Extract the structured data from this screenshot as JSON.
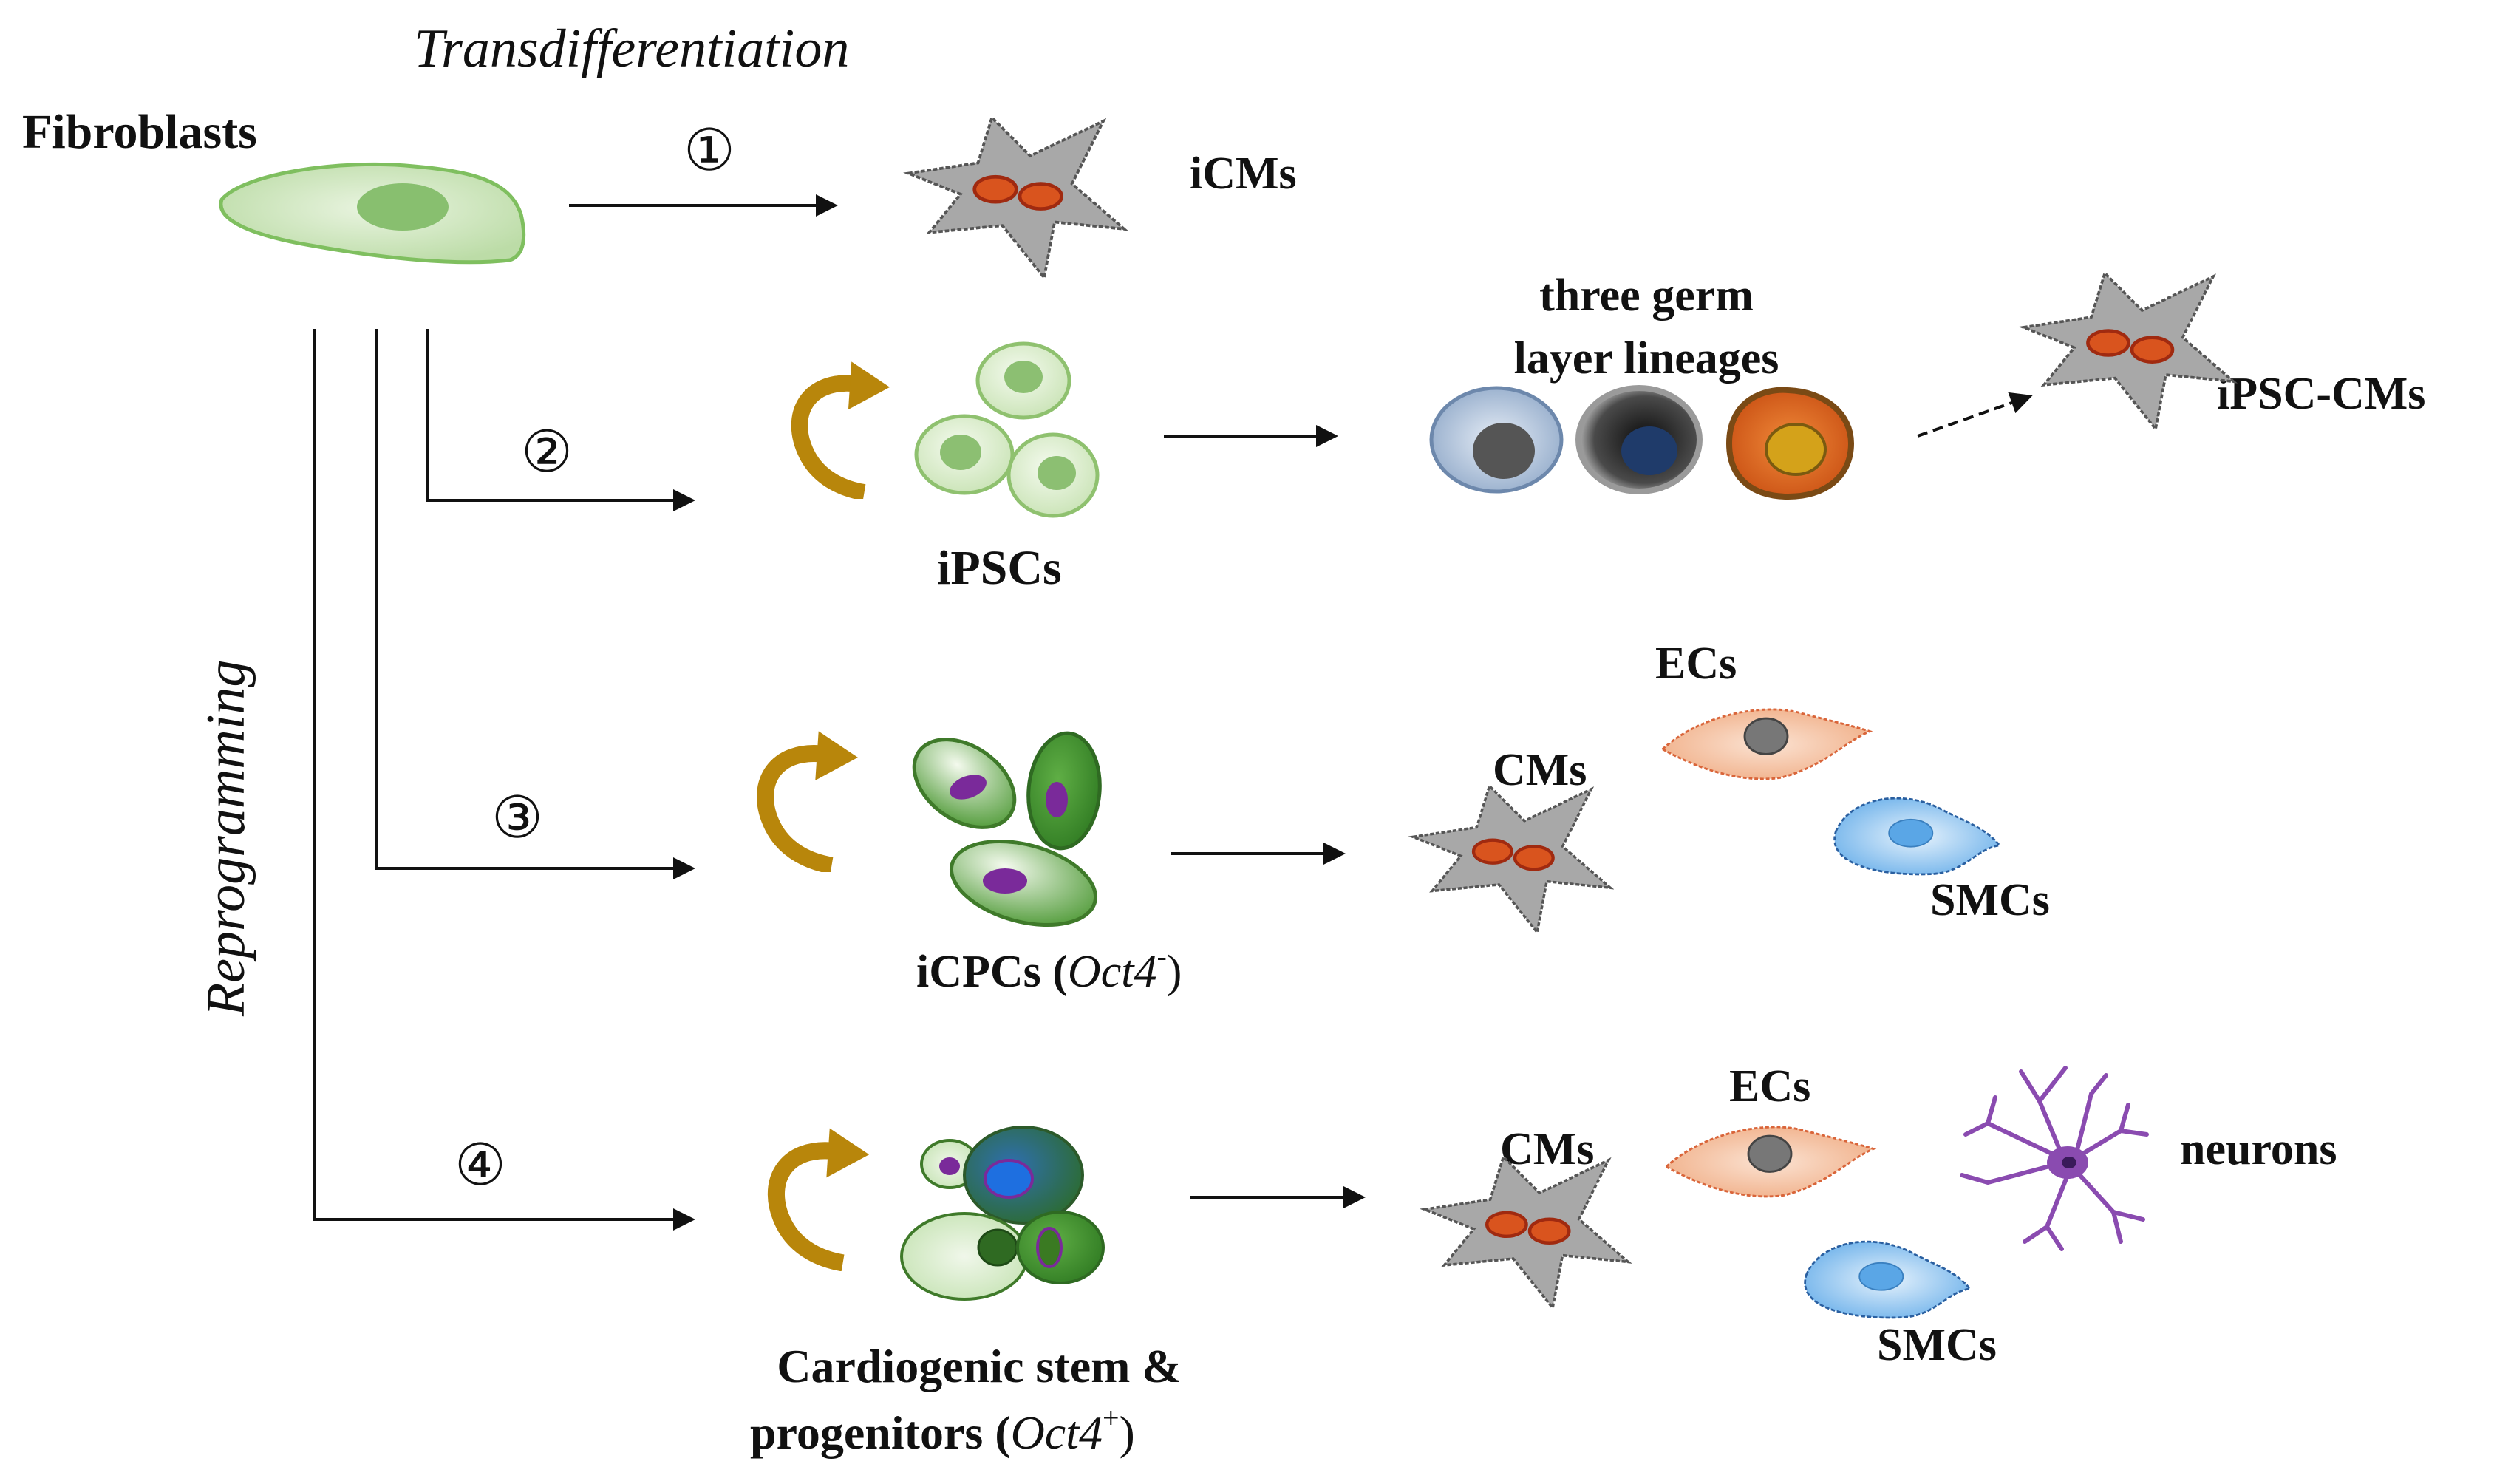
{
  "labels": {
    "transdifferentiation": "Transdifferentiation",
    "reprogramming": "Reprogramming",
    "fibroblasts": "Fibroblasts",
    "icms": "iCMs",
    "three_germ_line1": "three germ",
    "three_germ_line2": "layer lineages",
    "ipsc_cms": "iPSC-CMs",
    "ipscs": "iPSCs",
    "icpcs_main": "iCPCs (",
    "icpcs_gene": "Oct4",
    "icpcs_sup": "-",
    "icpcs_close": ")",
    "cms_3": "CMs",
    "ecs_3": "ECs",
    "smcs_3": "SMCs",
    "csc_line1": "Cardiogenic stem &",
    "csc_line2_main": "progenitors (",
    "csc_gene": "Oct4",
    "csc_sup": "+",
    "csc_close": ")",
    "cms_4": "CMs",
    "ecs_4": "ECs",
    "neurons": "neurons",
    "smcs_4": "SMCs"
  },
  "route_numbers": [
    "①",
    "②",
    "③",
    "④"
  ],
  "colors": {
    "fibroblast": "#cfe6bf",
    "cardiomyocyte": "#a9a9a9",
    "cardiomyocyte_nucleus": "#d9541e",
    "ipsc": "#d9ecc9",
    "icpc_dark": "#3f8a2a",
    "icpc_nucleus": "#7a2a9a",
    "self_renewal_arrow": "#b8860b",
    "endothelial": "#f1b48e",
    "smooth_muscle": "#5aa6e6",
    "neuron": "#8a4bb0",
    "germ_ectoderm": "#8fa8c8",
    "germ_mesoderm": "#2b2b2b",
    "germ_endoderm": "#d9601f"
  },
  "icons": {
    "self_renewal": "curved-arrow-icon",
    "cardiomyocyte": "cardiomyocyte-cell-icon",
    "fibroblast": "fibroblast-cell-icon",
    "neuron": "neuron-cell-icon"
  }
}
